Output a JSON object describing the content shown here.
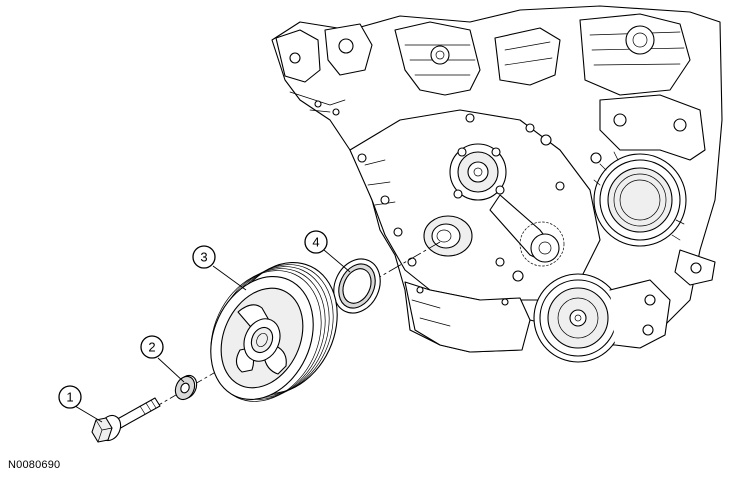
{
  "figure_code": "N0080690",
  "callouts": [
    {
      "id": "1",
      "label": "1"
    },
    {
      "id": "2",
      "label": "2"
    },
    {
      "id": "3",
      "label": "3"
    },
    {
      "id": "4",
      "label": "4"
    }
  ],
  "colors": {
    "ink": "#000000",
    "background": "#ffffff"
  }
}
